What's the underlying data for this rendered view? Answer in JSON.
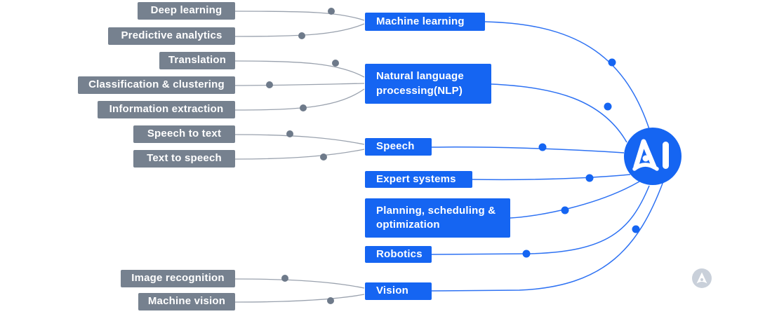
{
  "root": {
    "label": "AI"
  },
  "branches": [
    {
      "label": "Machine learning",
      "children": [
        {
          "label": "Deep learning"
        },
        {
          "label": "Predictive analytics"
        }
      ]
    },
    {
      "label": "Natural language processing(NLP)",
      "children": [
        {
          "label": "Translation"
        },
        {
          "label": "Classification & clustering"
        },
        {
          "label": "Information extraction"
        }
      ]
    },
    {
      "label": "Speech",
      "children": [
        {
          "label": "Speech to text"
        },
        {
          "label": "Text to speech"
        }
      ]
    },
    {
      "label": "Expert systems",
      "children": []
    },
    {
      "label": "Planning, scheduling & optimization",
      "children": []
    },
    {
      "label": "Robotics",
      "children": []
    },
    {
      "label": "Vision",
      "children": [
        {
          "label": "Image recognition"
        },
        {
          "label": "Machine vision"
        }
      ]
    }
  ],
  "watermark": {
    "icon": "a-triangle-logo"
  },
  "colors": {
    "node_blue": "#1565F2",
    "node_gray": "#76818F",
    "line_gray": "#9AA2AE",
    "dot_gray": "#6E7A8A",
    "line_blue": "#2E72F3",
    "dot_blue": "#1565F2",
    "watermark_gray": "#C9D0DA",
    "text": "#FFFFFF",
    "background": "#FFFFFF"
  }
}
